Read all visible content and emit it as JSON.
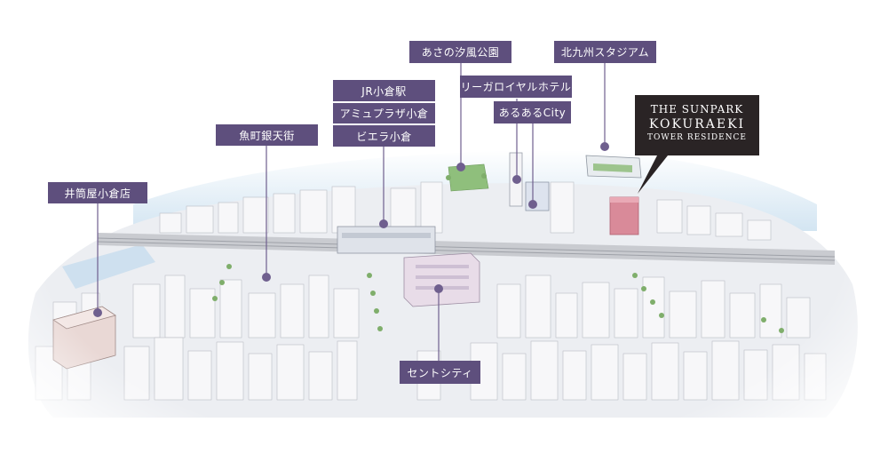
{
  "labels": {
    "izutsuya": "井筒屋小倉店",
    "uomachi": "魚町銀天街",
    "jr_kokura": "JR小倉駅",
    "amu_plaza": "アミュプラザ小倉",
    "bieraa": "ビエラ小倉",
    "asano": "あさの汐風公園",
    "rihga": "リーガロイヤルホテル",
    "aruaru": "あるあるCity",
    "stadium": "北九州スタジアム",
    "sento": "セントシティ"
  },
  "hero": {
    "line1": "THE SUNPARK",
    "line2": "KOKURAEKI",
    "line3": "TOWER RESIDENCE"
  },
  "colors": {
    "label_bg": "#5e4f7d",
    "hero_bg": "#2a2425",
    "marker": "#6f5f8e",
    "highlight_building": "#d98a99",
    "sea": "#cfe3f2"
  }
}
